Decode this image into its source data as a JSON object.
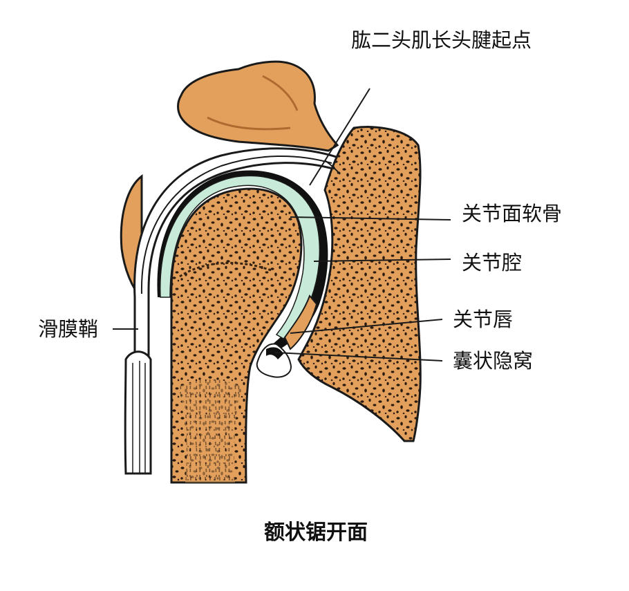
{
  "figure": {
    "caption": "额状锯开面",
    "labels": {
      "biceps_origin": "肱二头肌长头腱起点",
      "articular_cartilage": "关节面软骨",
      "joint_cavity": "关节腔",
      "glenoid_labrum": "关节唇",
      "axillary_recess": "囊状隐窝",
      "synovial_sheath": "滑膜鞘"
    }
  },
  "colors": {
    "bone": "#e2a05c",
    "bone_dark": "#c9803e",
    "cartilage": "#c8ead8",
    "capsule": "#ffffff",
    "outline": "#1a1a1a"
  }
}
